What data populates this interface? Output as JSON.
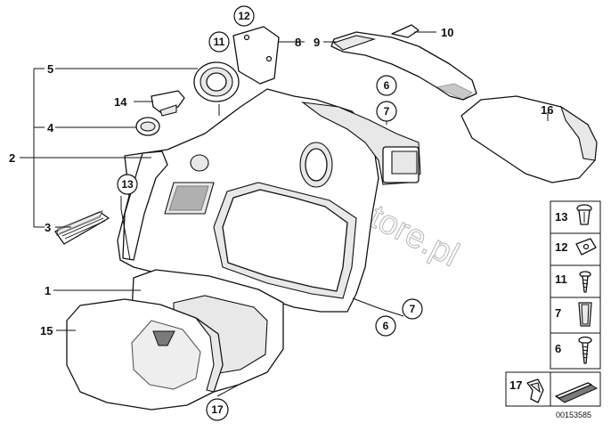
{
  "diagram": {
    "callouts": {
      "c1": "1",
      "c2": "2",
      "c3": "3",
      "c4": "4",
      "c5": "5",
      "c6a": "6",
      "c6b": "6",
      "c7a": "7",
      "c7b": "7",
      "c8": "8",
      "c9": "9",
      "c10": "10",
      "c11": "11",
      "c12": "12",
      "c13": "13",
      "c14": "14",
      "c15": "15",
      "c16": "16",
      "c17": "17"
    },
    "legend": {
      "items": [
        "13",
        "12",
        "11",
        "7",
        "6"
      ],
      "item17": "17"
    },
    "document_number": "00153585",
    "watermark": "www.BMWstore.pl"
  }
}
